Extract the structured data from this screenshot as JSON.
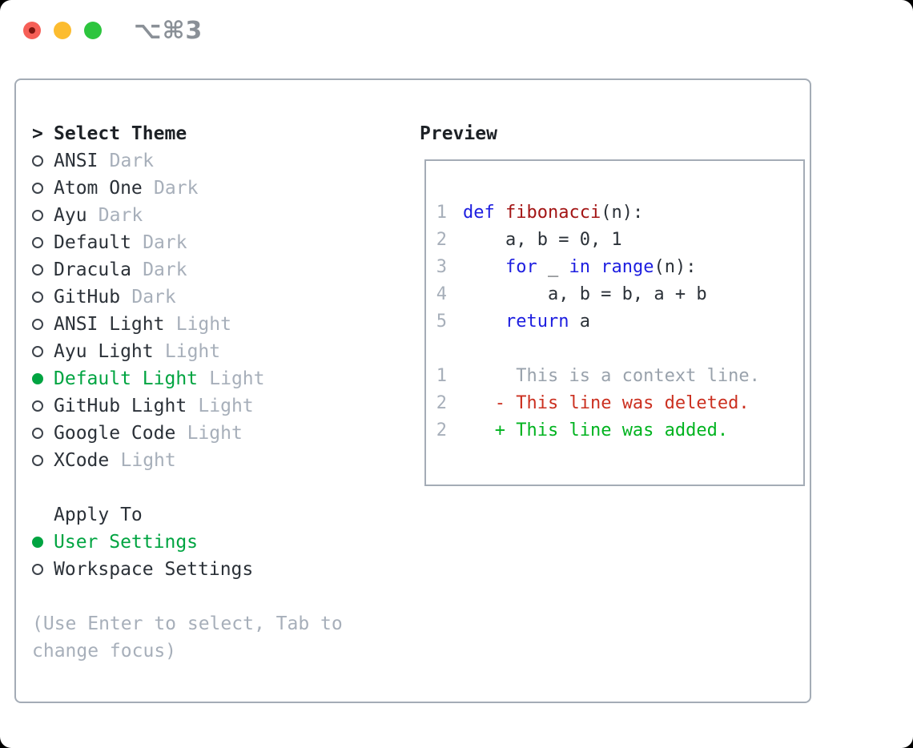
{
  "colors": {
    "text": "#2b3138",
    "dim": "#a7afba",
    "context": "#99a2ac",
    "accent_green": "#00a441",
    "diff_added": "#00b31f",
    "diff_deleted": "#cb3020",
    "keyword_blue": "#1d1ee0",
    "function_red": "#a31515",
    "panel_border": "#a4acb6",
    "title_gray": "#8a9097",
    "traffic_red": "#f65f57",
    "traffic_yellow": "#fcbc2f",
    "traffic_green": "#2dc53e"
  },
  "titlebar": {
    "title": "⌥⌘3"
  },
  "theme_list": {
    "prompt": ">",
    "header": "Select Theme",
    "items": [
      {
        "name": "ANSI",
        "tag": "Dark",
        "selected": false
      },
      {
        "name": "Atom One",
        "tag": "Dark",
        "selected": false
      },
      {
        "name": "Ayu",
        "tag": "Dark",
        "selected": false
      },
      {
        "name": "Default",
        "tag": "Dark",
        "selected": false
      },
      {
        "name": "Dracula",
        "tag": "Dark",
        "selected": false
      },
      {
        "name": "GitHub",
        "tag": "Dark",
        "selected": false
      },
      {
        "name": "ANSI Light",
        "tag": "Light",
        "selected": false
      },
      {
        "name": "Ayu Light",
        "tag": "Light",
        "selected": false
      },
      {
        "name": "Default Light",
        "tag": "Light",
        "selected": true
      },
      {
        "name": "GitHub Light",
        "tag": "Light",
        "selected": false
      },
      {
        "name": "Google Code",
        "tag": "Light",
        "selected": false
      },
      {
        "name": "XCode",
        "tag": "Light",
        "selected": false
      }
    ]
  },
  "apply_to": {
    "header": "Apply To",
    "items": [
      {
        "name": "User Settings",
        "selected": true
      },
      {
        "name": "Workspace Settings",
        "selected": false
      }
    ]
  },
  "help_text": "(Use Enter to select, Tab to change focus)",
  "preview": {
    "header": "Preview",
    "code_lines": [
      {
        "num": "1",
        "segs": [
          {
            "t": "def",
            "c": "kw"
          },
          {
            "t": " ",
            "c": "code"
          },
          {
            "t": "fibonacci",
            "c": "fn"
          },
          {
            "t": "(n):",
            "c": "code"
          }
        ]
      },
      {
        "num": "2",
        "segs": [
          {
            "t": "    a, b = 0, 1",
            "c": "code"
          }
        ]
      },
      {
        "num": "3",
        "segs": [
          {
            "t": "    ",
            "c": "code"
          },
          {
            "t": "for",
            "c": "kw"
          },
          {
            "t": " _ ",
            "c": "code"
          },
          {
            "t": "in",
            "c": "kw"
          },
          {
            "t": " ",
            "c": "code"
          },
          {
            "t": "range",
            "c": "kw"
          },
          {
            "t": "(n):",
            "c": "code"
          }
        ]
      },
      {
        "num": "4",
        "segs": [
          {
            "t": "        a, b = b, a + b",
            "c": "code"
          }
        ]
      },
      {
        "num": "5",
        "segs": [
          {
            "t": "    ",
            "c": "code"
          },
          {
            "t": "return",
            "c": "kw"
          },
          {
            "t": " a",
            "c": "code"
          }
        ]
      }
    ],
    "diff_lines": [
      {
        "num": "1",
        "segs": [
          {
            "t": "     This is a context line.",
            "c": "ctx"
          }
        ]
      },
      {
        "num": "2",
        "segs": [
          {
            "t": "   ",
            "c": "code"
          },
          {
            "t": "- This line was deleted.",
            "c": "del"
          }
        ]
      },
      {
        "num": "2",
        "segs": [
          {
            "t": "   ",
            "c": "code"
          },
          {
            "t": "+ This line was added.",
            "c": "add"
          }
        ]
      }
    ]
  }
}
